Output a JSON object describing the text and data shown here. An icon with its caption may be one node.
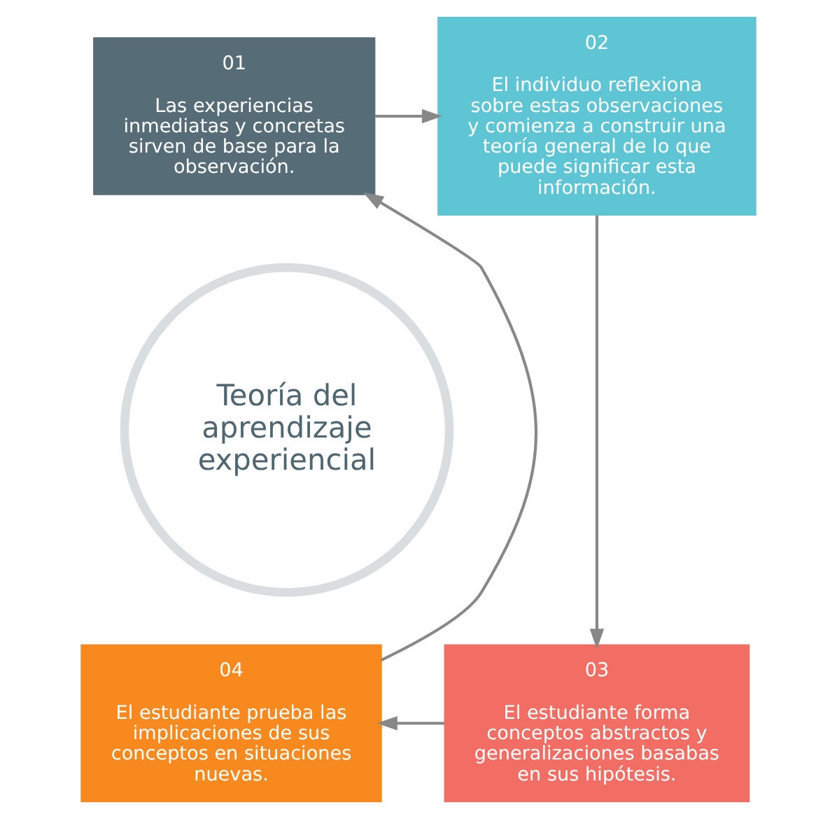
{
  "diagram": {
    "nodes": [
      {
        "text": [
          "Teoría del aprendizaje experiencial"
        ]
      },
      {
        "text": [
          "01",
          "Las experiencias inmediatas y concretas sirven de base para la observación."
        ]
      },
      {
        "text": [
          "02",
          "El individuo reflexiona sobre estas observaciones y comienza a construir una teoría general de lo que puede significar esta información."
        ]
      },
      {
        "text": [
          "03",
          "El estudiante forma conceptos abstractos y generalizaciones basabas en sus hipótesis."
        ]
      },
      {
        "text": [
          "04",
          "El estudiante prueba las implicaciones de sus conceptos en situaciones nuevas."
        ]
      }
    ],
    "edges": [
      {
        "from": 1,
        "to": 2,
        "arrow": "to"
      },
      {
        "from": 2,
        "to": 3,
        "arrow": "to"
      },
      {
        "from": 3,
        "to": 4,
        "arrow": "to"
      },
      {
        "from": 4,
        "to": 1,
        "arrow": "to"
      }
    ]
  }
}
